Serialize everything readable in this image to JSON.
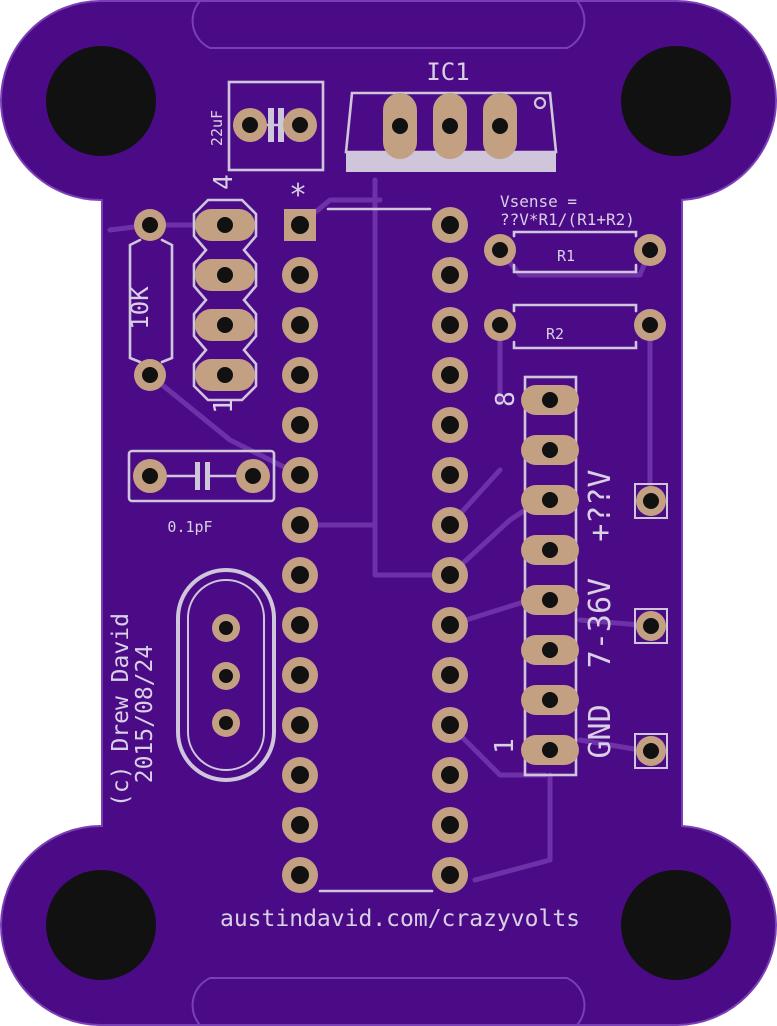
{
  "board": {
    "colors": {
      "substrate": "#4b0b87",
      "edge": "#7a3fb5",
      "trace": "#6e31a8",
      "silkscreen": "#cfc6dc",
      "copper": "#c3a082",
      "hole": "#000000"
    }
  },
  "labels": {
    "ic": "IC1",
    "cap_big": "22uF",
    "pin4": "4",
    "pin1_marker": "*",
    "pot": "10K",
    "pin1": "1",
    "cap_small": "0.1pF",
    "vsense_line1": "Vsense =",
    "vsense_line2": "??V*R1/(R1+R2)",
    "r1": "R1",
    "r2": "R2",
    "pin8": "8",
    "pin1_conn": "1",
    "power_label": "GND  7-36V  +??V",
    "credit_line1": "(c) Drew David",
    "credit_line2": "2015/08/24",
    "url": "austindavid.com/crazyvolts"
  }
}
